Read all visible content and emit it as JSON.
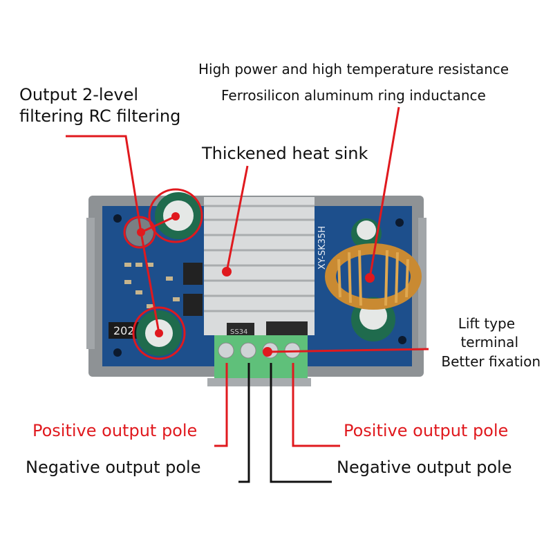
{
  "colors": {
    "accent": "#e0191e",
    "pcb": "#1d4f8c",
    "case": "#8e9295",
    "terminal": "#5fc07a"
  },
  "labels": {
    "top_line1": "High power and high temperature resistance",
    "top_line2": "Ferrosilicon aluminum ring inductance",
    "filter_line1": "Output 2-level",
    "filter_line2": "filtering RC filtering",
    "heat_sink": "Thickened heat sink",
    "terminal_line1": "Lift type",
    "terminal_line2": "terminal",
    "terminal_line3": "Better fixation",
    "positive_left": "Positive output pole",
    "positive_right": "Positive output pole",
    "negative_left": "Negative output pole",
    "negative_right": "Negative output pole"
  },
  "board": {
    "model_marking": "XY-SK35H",
    "chip_marking": "202",
    "diode_marking": "SS34"
  }
}
